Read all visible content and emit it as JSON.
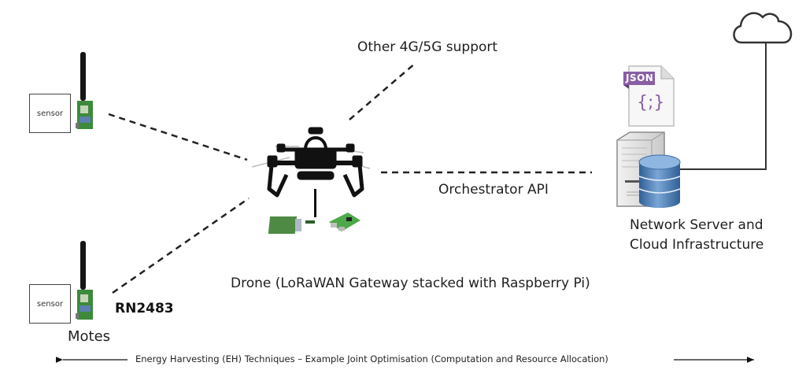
{
  "diagram": {
    "motes": {
      "label": "Motes",
      "module_label": "RN2483",
      "items": [
        {
          "sensor_label": "sensor"
        },
        {
          "sensor_label": "sensor"
        }
      ]
    },
    "drone": {
      "label": "Drone (LoRaWAN Gateway stacked with Raspberry Pi)"
    },
    "cellular": {
      "label": "Other 4G/5G support"
    },
    "orchestrator": {
      "label": "Orchestrator API"
    },
    "server": {
      "label_line1": "Network Server and",
      "label_line2": "Cloud Infrastructure",
      "json_badge": "JSON",
      "json_glyph": "{;}"
    },
    "footer": {
      "caption": "Energy Harvesting (EH) Techniques – Example Joint Optimisation (Computation and Resource Allocation)"
    },
    "colors": {
      "json_purple": "#8a5ea6",
      "db_blue": "#4d7fb8",
      "pcb_green": "#3d8a3a"
    }
  }
}
